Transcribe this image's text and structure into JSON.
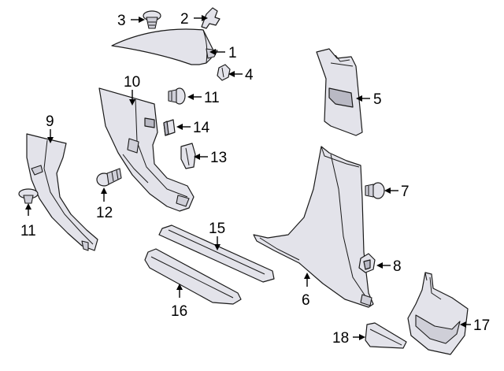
{
  "callouts": {
    "c1": "1",
    "c2": "2",
    "c3": "3",
    "c4": "4",
    "c5": "5",
    "c6": "6",
    "c7": "7",
    "c8": "8",
    "c9": "9",
    "c10": "10",
    "c11a": "11",
    "c11b": "11",
    "c12": "12",
    "c13": "13",
    "c14": "14",
    "c15": "15",
    "c16": "16",
    "c17": "17",
    "c18": "18"
  }
}
